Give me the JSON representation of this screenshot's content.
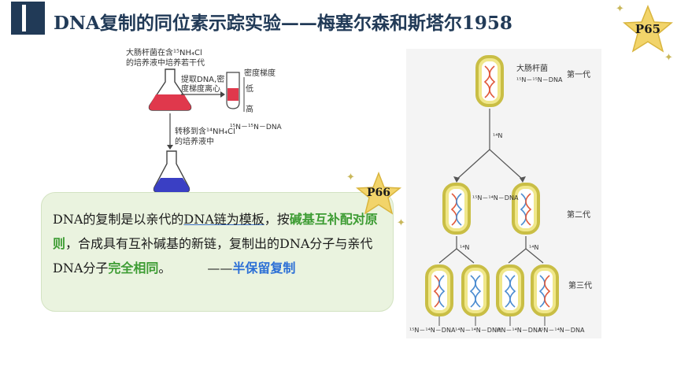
{
  "header": {
    "title": "DNA复制的同位素示踪实验——梅塞尔森和斯塔尔1958",
    "badge_p65": "P65",
    "badge_p66": "P66"
  },
  "left_figure": {
    "step1": [
      "大肠杆菌在含¹⁵NH₄Cl",
      "的培养液中培养若干代"
    ],
    "centrifuge": [
      "提取DNA,密",
      "度梯度离心"
    ],
    "density_gradient": "密度梯度",
    "low": "低",
    "high": "高",
    "transfer": [
      "转移到含¹⁴NH₄Cl",
      "的培养液中"
    ],
    "band_15n": "¹⁵N－¹⁵N－DNA"
  },
  "right_figure": {
    "gen1_organism": "大肠杆菌",
    "gen1_dna": "¹⁵N－¹⁵N－DNA",
    "gen1": "第一代",
    "medium_14n": "¹⁴N",
    "gen2_dna": "¹⁵N－¹⁴N－DNA",
    "gen2": "第二代",
    "gen3_14n_left": "¹⁴N",
    "gen3_14n_right": "¹⁴N",
    "gen3": "第三代",
    "gen3_labels": [
      "¹⁵N－¹⁴N－DNA",
      "¹⁴N－¹⁴N－DNA",
      "¹⁴N－¹⁴N－DNA",
      "¹⁵N－¹⁴N－DNA"
    ]
  },
  "callout": {
    "t1": "DNA的复制是以亲代的",
    "t2": "DNA链为模板",
    "t3": "，按",
    "t4": "碱基互补配对原则",
    "t5": "，合成具有互补碱基的新链，复制出的DNA分子与亲代DNA分子",
    "t6": "完全相同",
    "t7": "。",
    "t8": "——",
    "t9": "半保留复制"
  },
  "colors": {
    "header_dark": "#213a57",
    "star_fill": "#f2d46a",
    "callout_bg": "#eaf3df",
    "green_emphasis": "#3d9c33",
    "blue_emphasis": "#2b6fd6",
    "cell_fill": "#f0e78a",
    "cell_border": "#c9be45"
  }
}
